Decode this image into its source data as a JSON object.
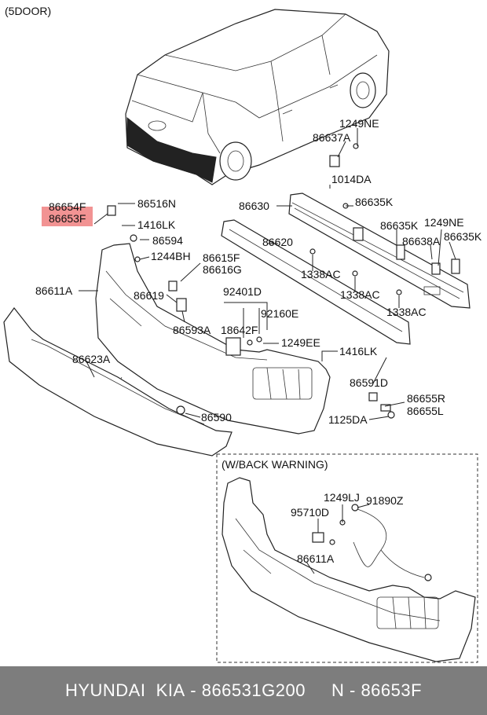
{
  "header": {
    "variant": "(5DOOR)"
  },
  "inset": {
    "title": "(W/BACK WARNING)"
  },
  "labels": {
    "p1249NE_top": "1249NE",
    "p86637A": "86637A",
    "p1014DA": "1014DA",
    "p86630": "86630",
    "p86635K_a": "86635K",
    "p86635K_b": "86635K",
    "p1249NE_b": "1249NE",
    "p86638A": "86638A",
    "p86635K_c": "86635K",
    "p86620": "86620",
    "p1338AC_a": "1338AC",
    "p1338AC_b": "1338AC",
    "p1338AC_c": "1338AC",
    "p86654F": "86654F",
    "p86653F": "86653F",
    "p86516N": "86516N",
    "p1416LK_a": "1416LK",
    "p86594": "86594",
    "p1244BH": "1244BH",
    "p86615F": "86615F",
    "p86616G": "86616G",
    "p86611A": "86611A",
    "p86619": "86619",
    "p92401D": "92401D",
    "p92160E": "92160E",
    "p86593A": "86593A",
    "p18642F": "18642F",
    "p1249EE": "1249EE",
    "p1416LK_b": "1416LK",
    "p86623A": "86623A",
    "p86591D": "86591D",
    "p86655R": "86655R",
    "p86655L": "86655L",
    "p1125DA": "1125DA",
    "p86590": "86590",
    "p1249LJ": "1249LJ",
    "p91890Z": "91890Z",
    "p95710D": "95710D",
    "p86611A_inset": "86611A"
  },
  "highlight": {
    "color": "#f08080"
  },
  "footer": {
    "brand": "HYUNDAI  KIA",
    "part_number": "866531G200",
    "ref": "N - 86653F",
    "separator": " - ",
    "gap": "     "
  },
  "colors": {
    "footer_bg": "#7d7d7d",
    "line": "#222222"
  }
}
